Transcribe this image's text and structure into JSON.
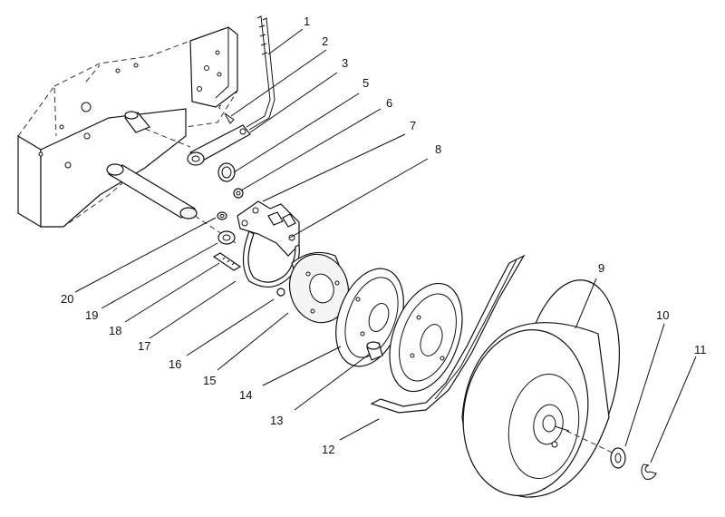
{
  "callouts": [
    {
      "id": "1",
      "label": "1"
    },
    {
      "id": "2",
      "label": "2"
    },
    {
      "id": "3",
      "label": "3"
    },
    {
      "id": "5",
      "label": "5"
    },
    {
      "id": "6",
      "label": "6"
    },
    {
      "id": "7",
      "label": "7"
    },
    {
      "id": "8",
      "label": "8"
    },
    {
      "id": "9",
      "label": "9"
    },
    {
      "id": "10",
      "label": "10"
    },
    {
      "id": "11",
      "label": "11"
    },
    {
      "id": "12",
      "label": "12"
    },
    {
      "id": "13",
      "label": "13"
    },
    {
      "id": "14",
      "label": "14"
    },
    {
      "id": "15",
      "label": "15"
    },
    {
      "id": "16",
      "label": "16"
    },
    {
      "id": "17",
      "label": "17"
    },
    {
      "id": "18",
      "label": "18"
    },
    {
      "id": "19",
      "label": "19"
    },
    {
      "id": "20",
      "label": "20"
    }
  ]
}
